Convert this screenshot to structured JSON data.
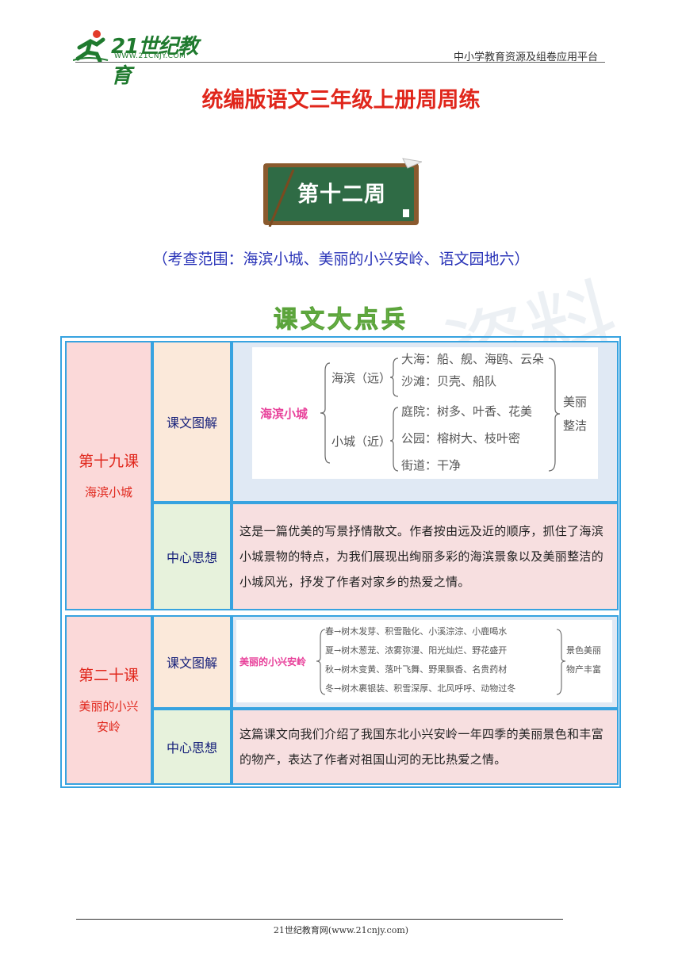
{
  "header": {
    "logo_text": "21世纪教育",
    "logo_url": "WWW.21CNJY.COM",
    "platform": "中小学教育资源及组卷应用平台"
  },
  "doc_title": "统编版语文三年级上册周周练",
  "week_label": "第十二周",
  "scope": "（考查范围：海滨小城、美丽的小兴安岭、语文园地六）",
  "section_title": "课文大点兵",
  "table": {
    "lessons": [
      {
        "name": "第十九课",
        "title": "海滨小城",
        "map_label": "课文图解",
        "idea_label": "中心思想",
        "map": {
          "main": "海滨小城",
          "far": "海滨（远）",
          "near": "小城（近）",
          "items": [
            "大海：船、舰、海鸥、云朵",
            "沙滩：贝壳、船队",
            "庭院：树多、叶香、花美",
            "公园：榕树大、枝叶密",
            "街道：干净"
          ],
          "summary_1": "美丽",
          "summary_2": "整洁"
        },
        "idea": "这是一篇优美的写景抒情散文。作者按由远及近的顺序，抓住了海滨小城景物的特点，为我们展现出绚丽多彩的海滨景象以及美丽整洁的小城风光，抒发了作者对家乡的热爱之情。"
      },
      {
        "name": "第二十课",
        "title": "美丽的小兴安岭",
        "map_label": "课文图解",
        "idea_label": "中心思想",
        "map": {
          "main": "美丽的小兴安岭",
          "items": [
            "春→树木发芽、积雪融化、小溪淙淙、小鹿喝水",
            "夏→树木葱茏、浓雾弥漫、阳光灿烂、野花盛开",
            "秋→树木变黄、落叶飞舞、野果飘香、名贵药材",
            "冬→树木裹银装、积雪深厚、北风呼呼、动物过冬"
          ],
          "summary_1": "景色美丽",
          "summary_2": "物产丰富"
        },
        "idea": "这篇课文向我们介绍了我国东北小兴安岭一年四季的美丽景色和丰富的物产，表达了作者对祖国山河的无比热爱之情。"
      }
    ]
  },
  "footer": "21世纪教育网(www.21cnjy.com)",
  "watermark": "资料"
}
